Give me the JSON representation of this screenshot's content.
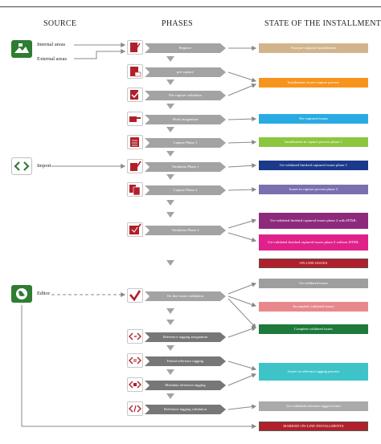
{
  "headers": {
    "source": "SOURCE",
    "phases": "PHASES",
    "state": "STATE OF THE INSTALLMENTS"
  },
  "sources": {
    "internal": "Internal areas",
    "external": "External areas",
    "import": "Import",
    "editor": "Editor"
  },
  "phases": [
    {
      "label": "Register",
      "icon": "pdf-pen-icon"
    },
    {
      "label": "pre-capture",
      "icon": "pdf-document-icon"
    },
    {
      "label": "Pre-capture validation",
      "icon": "pdf-check-icon"
    },
    {
      "label": "Work assignation",
      "icon": "hand-pointing-icon"
    },
    {
      "label": "Capture Phase 1",
      "icon": "document-lines-icon"
    },
    {
      "label": "Validation Phase 1",
      "icon": "checkmark-document-icon"
    },
    {
      "label": "Capture Phase 2",
      "icon": "document-stack-icon"
    },
    {
      "label": "Validation Phase 2",
      "icon": "check-badge-icon"
    },
    {
      "label": "On line issues validation",
      "icon": "red-checkmark-icon"
    },
    {
      "label": "Reference tagging assignation",
      "icon": "tag-assign-icon"
    },
    {
      "label": "Partial reference tagging",
      "icon": "tag-partial-icon"
    },
    {
      "label": "Metadata reference tagging",
      "icon": "tag-metadata-icon"
    },
    {
      "label": "Reference tagging validation",
      "icon": "tag-validate-icon"
    }
  ],
  "states": [
    {
      "label": "Non pre-captured installments",
      "color": "#d2b48c"
    },
    {
      "label": "Installments in pre-capture process",
      "color": "#f7941d"
    },
    {
      "label": "Pre-captured issues",
      "color": "#29abe2"
    },
    {
      "label": "Installments in capture process phase 1",
      "color": "#8cc63f"
    },
    {
      "label": "Un-validated finished captured issues phase 1",
      "color": "#1b3a8c"
    },
    {
      "label": "Issues in capture process phase 2",
      "color": "#7b6fb0"
    },
    {
      "label": "Un-validated finished captured issues phase 2 with HTML",
      "color": "#8e2a7c"
    },
    {
      "label": "Un-validated finished captured issues phase 2 without HTML",
      "color": "#e0218a"
    },
    {
      "label": "ON LINE ISSUES",
      "color": "#b1202a"
    },
    {
      "label": "Un-validated issues",
      "color": "#9e9e9e"
    },
    {
      "label": "Incomplete validated issues",
      "color": "#e8888d"
    },
    {
      "label": "Complete validated issues",
      "color": "#1d7a3a"
    },
    {
      "label": "Issues in reference tagging process",
      "color": "#3ec4c8"
    },
    {
      "label": "Un-validated reference tagged issues",
      "color": "#aaaaaa"
    },
    {
      "label": "MARKED ON-LINE INSTALLMENTS",
      "color": "#b1202a"
    }
  ],
  "colors": {
    "icon_red": "#b1202a",
    "icon_green": "#2e7d32",
    "bar_gray": "#a3a3a3",
    "arrow_gray": "#8a8a8a"
  }
}
